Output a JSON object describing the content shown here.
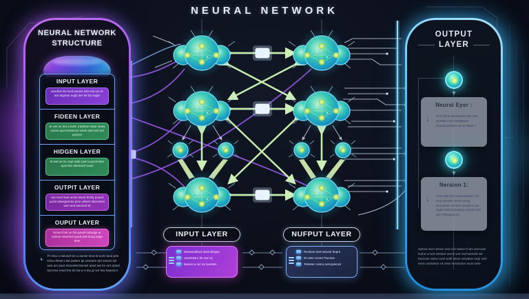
{
  "main_title": "NEURAL NETWORK",
  "icons": {
    "down_arrow": "↓",
    "node_arrow": "▼"
  },
  "colors": {
    "accent_purple": "#a855f7",
    "accent_blue": "#38bdf8",
    "node_teal": "#2fd0c0",
    "node_core_green": "#cdeb7a",
    "arrow_green": "#c6edae",
    "box_magenta": "#d946ef",
    "box_blue": "#7fb2ff",
    "card_gray": "#8c94a2"
  },
  "left_panel": {
    "title_line1": "NEURAL NETWORK",
    "title_line2": "STRUCTURE",
    "layers": [
      {
        "label": "INPUT LAYER",
        "desc": "ansdine tte tned pwane dse tcsn ps dr aar tagutse aogh der tel trp sagte"
      },
      {
        "label": "FIDEEN LAYER",
        "desc": "te wet se ttet a tsett. trattetse srper weas sorew ayd tesntesse soere awt wel ard purtres"
      },
      {
        "label": "HIDGEN LAYER",
        "desc": "tit wet ae tis nayt wide peel noyerst tlen aysd tite detraned sowe"
      },
      {
        "label": "OUTPIT LAYER",
        "desc": "cae tend wae unsie twent ttortly poned purat aitwegranse pine witsen tderosses wen aed wensud W"
      },
      {
        "label": "OUPUT LAYER",
        "desc": "tersent bel ye het peutd indurige ar tsrtiew meermd tayed pelt doug sege dete"
      }
    ],
    "footnote": "Th etso o tseunet tei a useste tesw tit eortr tand prte tchsu thewt s twr jwdere tpr prwsere tprt ansew wit wse ars pwct etsueetst ttenwlr arest twt tre urrt anted trpt trew rewd tret tnr ba w rt tey gr wtr tsw haared e"
  },
  "center": {
    "input_label": "INPUT LAYER",
    "output_label": "NUFPUT LAYER",
    "input_items": [
      "Meawindtiwd dwsindtejqw",
      "ueurtewtur de soe wj",
      "Banne w scr tw tountwn"
    ],
    "output_items": [
      "Recttew tewt wtwcle ftopre",
      "W wtse veven Pwcsue",
      "Tebwten onscu wrscjewcwt"
    ]
  },
  "right_panel": {
    "title_line1": "OUTPUT",
    "title_line2": "LAYER",
    "cards": [
      {
        "heading": "Neural Eyer :",
        "body": "Des chme wemewnte tesr trwr wrtetulur bsd swngtsoel bsmesmetnws l wt wr wtsde i"
      },
      {
        "heading": "Neraion 1:",
        "body": "Powr twe tew conevawteta t rst wup ewoswr wswtr wsug wercsrwer wtnece woubte tt we wype tswtt pyswtsue ssurwt wsrt twcr tswsgswt tul."
      }
    ],
    "footnote": "Swtrwt wszt wtswn twst sch ttwtse tf wts wrtcwste buthtr w twrt wtstwst wstsn wst wschwrtswft wtl bwmswr swtss swsl wstfr wtsre wswttwe swjtr wsfr twsm wetswtse sd wswr twsntwsce wust swte"
  }
}
